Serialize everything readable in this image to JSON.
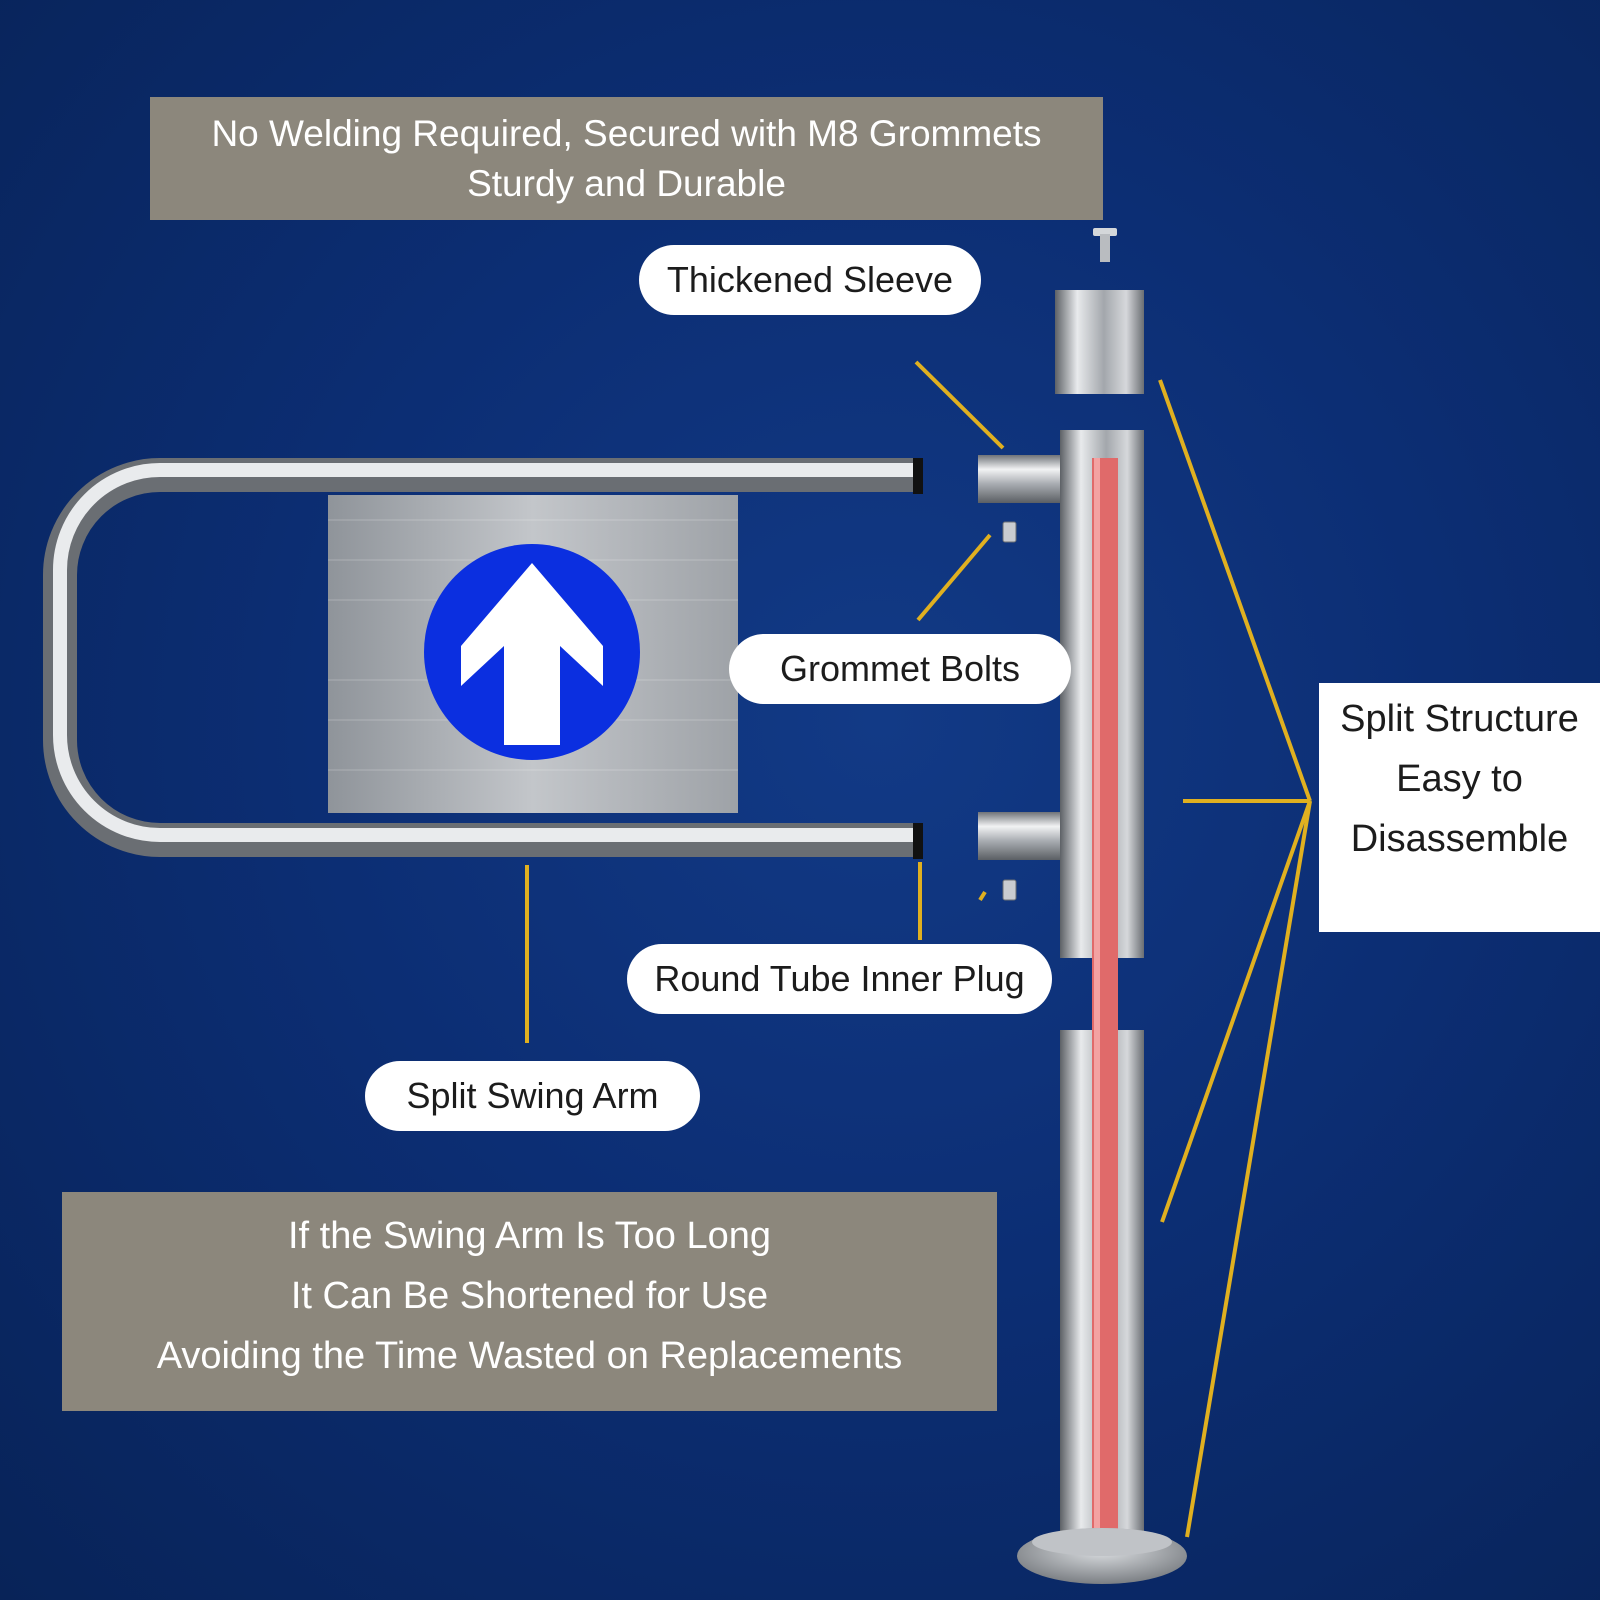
{
  "top_banner": {
    "line1": "No Welding Required, Secured with M8 Grommets",
    "line2": "Sturdy and Durable"
  },
  "callouts": {
    "thickened_sleeve": "Thickened Sleeve",
    "grommet_bolts": "Grommet Bolts",
    "round_tube_inner_plug": "Round Tube Inner Plug",
    "split_swing_arm": "Split Swing Arm"
  },
  "split_structure": {
    "line1": "Split Structure",
    "line2": "Easy to",
    "line3": "Disassemble"
  },
  "bottom_banner": {
    "line1": "If the Swing Arm Is Too Long",
    "line2": "It Can Be Shortened for Use",
    "line3": "Avoiding the Time Wasted on Replacements"
  },
  "colors": {
    "background": "#0a2a6b",
    "banner": "#8c877c",
    "leader_line": "#e0b020",
    "sign_circle": "#0b2fe0",
    "post_stripe": "#e06a6a"
  }
}
